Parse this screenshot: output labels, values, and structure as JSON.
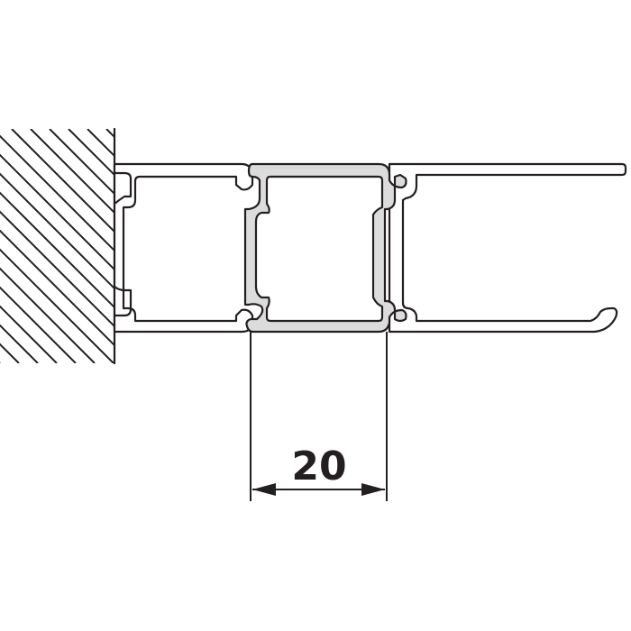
{
  "diagram": {
    "type": "technical cross-section drawing",
    "elements": {
      "wall": {
        "label": "wall (hatched section)",
        "hatch": "diagonal"
      },
      "left_profile": {
        "label": "wall-mounted profile"
      },
      "center_profile": {
        "label": "connector profile (highlighted)",
        "fill": "#dcdcdc"
      },
      "right_profile": {
        "label": "end profile with hook"
      }
    },
    "dimension": {
      "value": "20",
      "label": "20"
    },
    "colors": {
      "line": "#231f20",
      "highlight_fill": "#dcdcdc",
      "background": "#ffffff"
    }
  }
}
